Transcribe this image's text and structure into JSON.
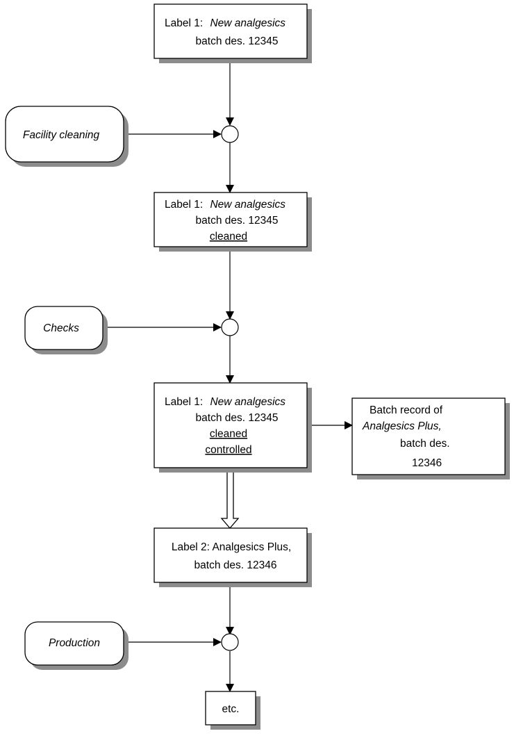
{
  "label_box_1": {
    "line1_prefix": "Label 1:",
    "line1_product": "New analgesics",
    "line2": "batch des. 12345"
  },
  "label_box_2": {
    "line1_prefix": "Label 1:",
    "line1_product": "New analgesics",
    "line2": "batch des. 12345",
    "line3": "cleaned"
  },
  "label_box_3": {
    "line1_prefix": "Label 1:",
    "line1_product": "New analgesics",
    "line2": "batch des. 12345",
    "line3": "cleaned",
    "line4": "controlled"
  },
  "label_box_4": {
    "line1": "Label 2: Analgesics Plus,",
    "line2": "batch des. 12346"
  },
  "batch_record": {
    "line1": "Batch record of",
    "line2": "Analgesics Plus,",
    "line3": "batch des.",
    "line4": "12346"
  },
  "activities": {
    "facility_cleaning": "Facility cleaning",
    "checks": "Checks",
    "production": "Production"
  },
  "end_box": {
    "label": "etc."
  }
}
